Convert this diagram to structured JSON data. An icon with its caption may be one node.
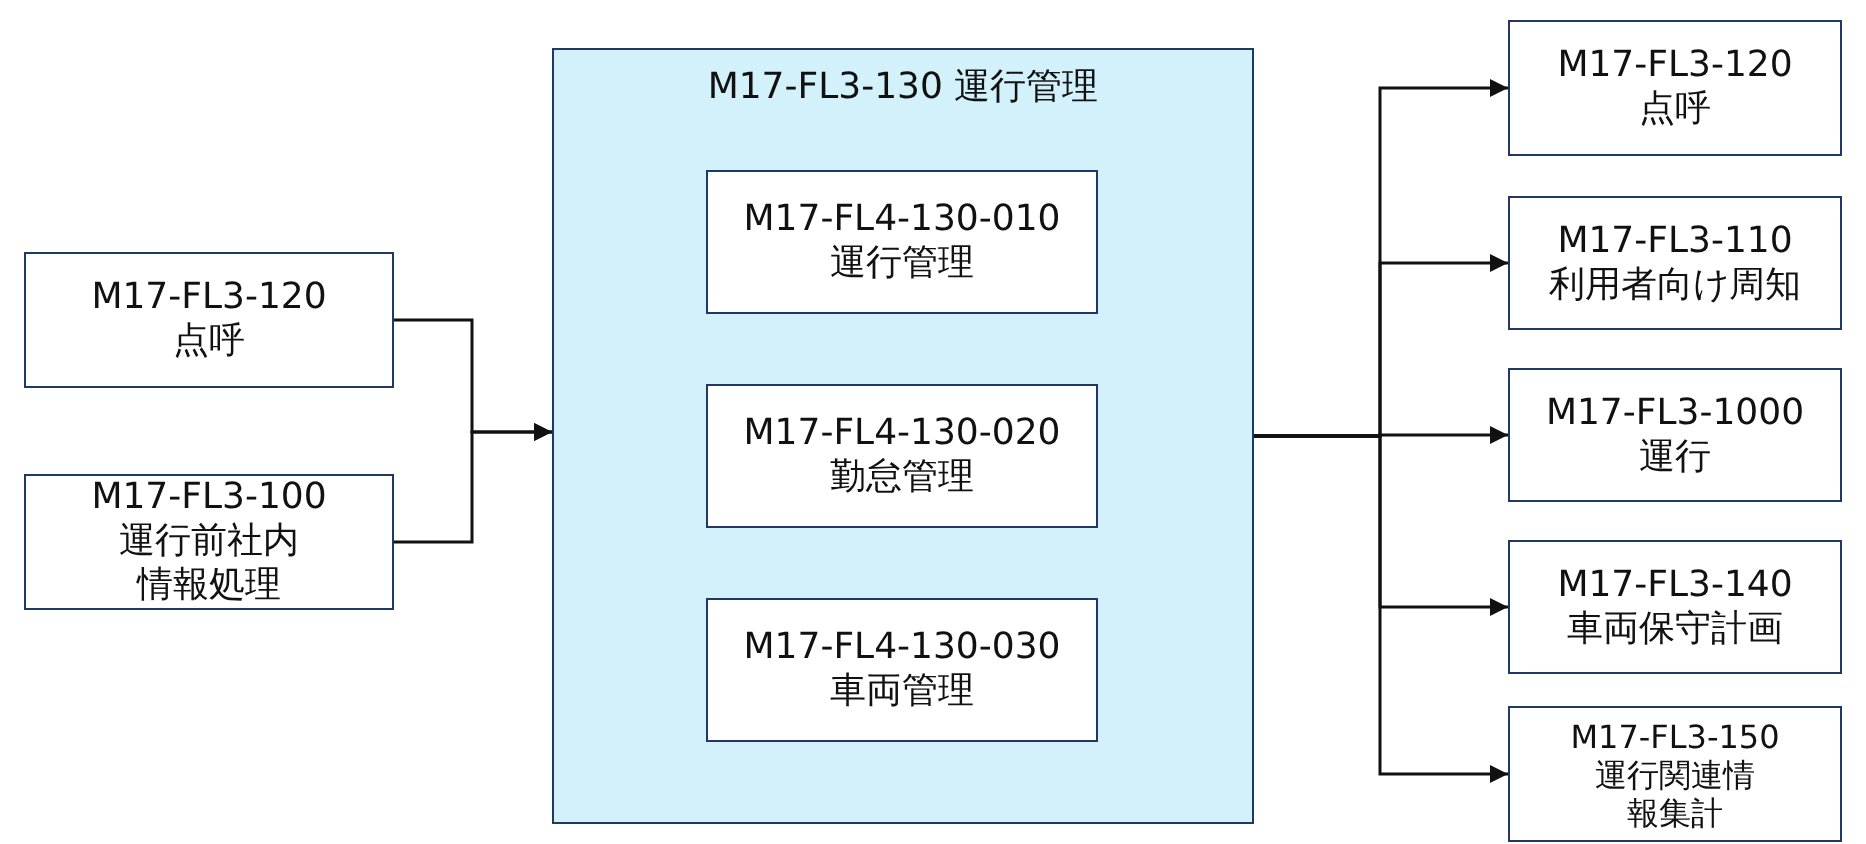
{
  "diagram": {
    "nodes": [
      {
        "text": [
          "M17-FL3-120",
          "点呼"
        ]
      },
      {
        "text": [
          "M17-FL3-100",
          "運行前社内情報処理"
        ]
      },
      {
        "text": [
          "M17-FL3-130 運行管理"
        ]
      },
      {
        "text": [
          "M17-FL4-130-010",
          "運行管理"
        ],
        "in": 2
      },
      {
        "text": [
          "M17-FL4-130-020",
          "勤怠管理"
        ],
        "in": 2
      },
      {
        "text": [
          "M17-FL4-130-030",
          "車両管理"
        ],
        "in": 2
      },
      {
        "text": [
          "M17-FL3-120",
          "点呼"
        ]
      },
      {
        "text": [
          "M17-FL3-110",
          "利用者向け周知"
        ]
      },
      {
        "text": [
          "M17-FL3-1000",
          "運行"
        ]
      },
      {
        "text": [
          "M17-FL3-140",
          "車両保守計画"
        ]
      },
      {
        "text": [
          "M17-FL3-150",
          "運行関連情報集計"
        ]
      }
    ],
    "edges": [
      {
        "from": 0,
        "to": 2,
        "arrow": "to"
      },
      {
        "from": 1,
        "to": 2,
        "arrow": "to"
      },
      {
        "from": 2,
        "to": 6,
        "arrow": "to"
      },
      {
        "from": 2,
        "to": 7,
        "arrow": "to"
      },
      {
        "from": 2,
        "to": 8,
        "arrow": "to"
      },
      {
        "from": 2,
        "to": 9,
        "arrow": "to"
      },
      {
        "from": 2,
        "to": 10,
        "arrow": "to"
      }
    ]
  }
}
